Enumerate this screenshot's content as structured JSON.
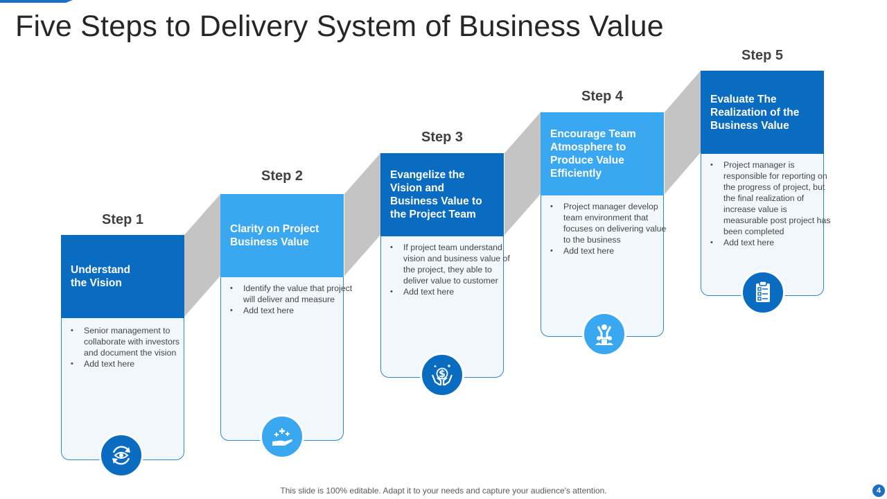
{
  "slide": {
    "title": "Five Steps to Delivery System of Business Value",
    "footer_note": "This slide is 100% editable. Adapt it to your needs and capture your audience's attention.",
    "page_number": "4"
  },
  "colors": {
    "dark_blue": "#0a6cc0",
    "light_blue": "#3aa7f1",
    "connector_gray": "#c4c4c4",
    "card_fill": "#f2f7fc"
  },
  "steps": [
    {
      "label": "Step 1",
      "heading": [
        "Understand",
        "the Vision"
      ],
      "bullets": [
        "Senior management to collaborate with investors and document the vision",
        "Add text here"
      ],
      "icon": "eye-refresh-icon",
      "color": "dark_blue"
    },
    {
      "label": "Step 2",
      "heading": [
        "Clarity on Project",
        "Business Value"
      ],
      "bullets": [
        "Identify the value that project will deliver and measure",
        "Add text here"
      ],
      "icon": "hand-sparkle-icon",
      "color": "light_blue"
    },
    {
      "label": "Step 3",
      "heading": [
        "Evangelize the",
        "Vision and",
        "Business Value to",
        "the Project Team"
      ],
      "bullets": [
        "If project team understand vision and business value of the project, they able to deliver value to customer",
        "Add text here"
      ],
      "icon": "hands-dollar-icon",
      "color": "dark_blue"
    },
    {
      "label": "Step 4",
      "heading": [
        "Encourage Team",
        "Atmosphere to",
        "Produce Value",
        "Efficiently"
      ],
      "bullets": [
        "Project manager develop team environment that focuses on delivering value to the business",
        "Add text here"
      ],
      "icon": "team-cheer-icon",
      "color": "light_blue"
    },
    {
      "label": "Step 5",
      "heading": [
        "Evaluate The",
        "Realization of the",
        "Business Value"
      ],
      "bullets": [
        "Project manager is responsible for reporting on the progress of project, but the final realization of increase value is measurable post project has been completed",
        "Add text here"
      ],
      "icon": "clipboard-checklist-icon",
      "color": "dark_blue"
    }
  ]
}
